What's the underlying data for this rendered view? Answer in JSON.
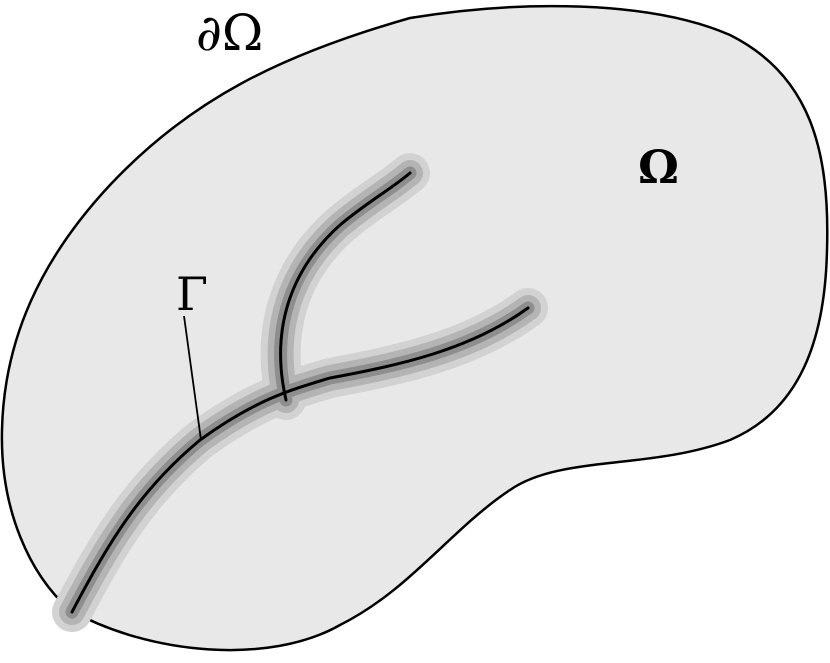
{
  "labels": {
    "boundary": "∂Ω",
    "domain": "Ω",
    "crack": "Γ"
  },
  "colors": {
    "domain_fill": "#e8e8e8",
    "outline": "#000000",
    "halo_outer": "#d2d2d2",
    "halo_mid": "#b4b4b4",
    "halo_inner": "#8e8e8e",
    "crack_line": "#000000"
  }
}
